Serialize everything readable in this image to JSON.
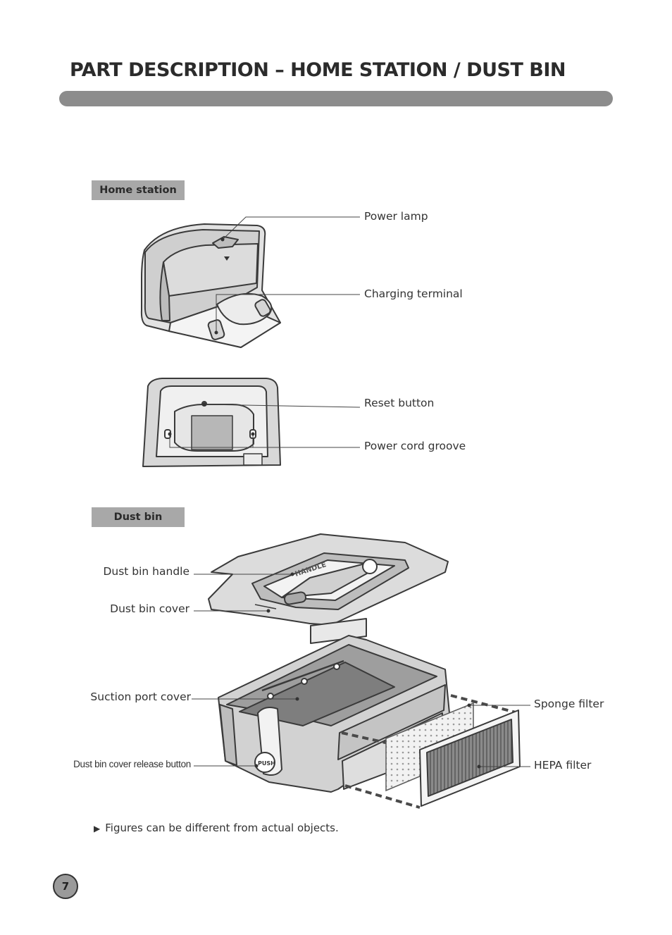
{
  "page": {
    "title": "PART DESCRIPTION – HOME STATION / DUST BIN",
    "page_number": "7",
    "note": "Figures can be different from actual objects."
  },
  "home_station": {
    "heading": "Home station",
    "labels": {
      "power_lamp": "Power lamp",
      "charging_terminal": "Charging terminal",
      "reset_button": "Reset button",
      "power_cord_groove": "Power cord groove"
    }
  },
  "dust_bin": {
    "heading": "Dust bin",
    "labels": {
      "handle": "Dust bin handle",
      "cover": "Dust bin cover",
      "suction_port_cover": "Suction port cover",
      "cover_release_button": "Dust bin cover release button",
      "sponge_filter": "Sponge filter",
      "hepa_filter": "HEPA filter"
    },
    "handle_imprint": "HANDLE",
    "push_label": "PUSH"
  },
  "colors": {
    "title_bar": "#8c8c8c",
    "section_tag": "#a8a8a8",
    "outline": "#3a3a3a"
  }
}
